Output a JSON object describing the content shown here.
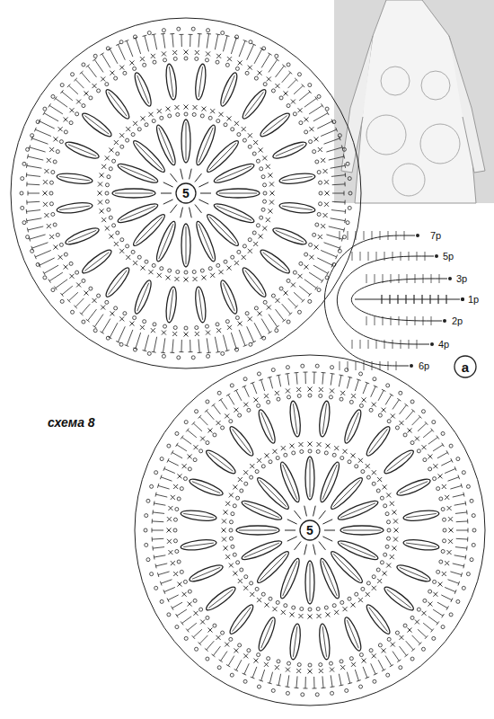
{
  "diagram": {
    "nodes": [
      {
        "text": [
          "5"
        ]
      },
      {
        "text": [
          "а"
        ]
      },
      {
        "text": [
          "5"
        ]
      }
    ],
    "labels": [
      "7р",
      "5р",
      "3р",
      "1р",
      "2р",
      "4р",
      "6р",
      "схема 8"
    ]
  }
}
